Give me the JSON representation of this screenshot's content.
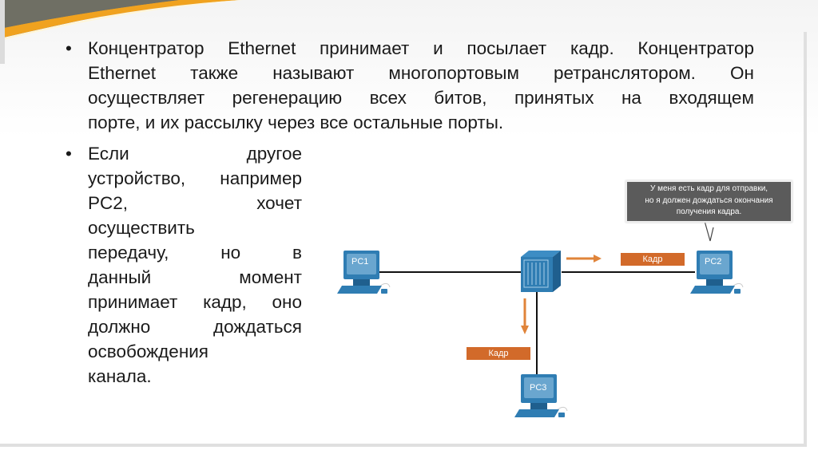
{
  "slide": {
    "paragraph1": {
      "lines": [
        [
          "Концентратор",
          "Ethernet",
          "принимает",
          "и",
          "посылает",
          "кадр.",
          "Концентратор"
        ],
        [
          "Ethernet",
          "также",
          "называют",
          "многопортовым",
          "ретранслятором.",
          "Он"
        ],
        [
          "осуществляет",
          "регенерацию",
          "всех",
          "битов,",
          "принятых",
          "на",
          "входящем"
        ],
        [
          "порте, и их рассылку через все остальные порты."
        ]
      ]
    },
    "paragraph2": {
      "lines": [
        [
          "Если",
          "другое"
        ],
        [
          "устройство,",
          "например"
        ],
        [
          "PC2,",
          "хочет"
        ],
        [
          "осуществить"
        ],
        [
          "передачу,",
          "но",
          "в"
        ],
        [
          "данный",
          "момент"
        ],
        [
          "принимает",
          "кадр,",
          "оно"
        ],
        [
          "должно",
          "дождаться"
        ],
        [
          "освобождения"
        ],
        [
          "канала."
        ]
      ]
    },
    "bullet": "•"
  },
  "diagram": {
    "tooltip": {
      "line1": "У меня есть кадр для отправки,",
      "line2": "но я должен дождаться окончания",
      "line3": "получения кадра."
    },
    "devices": {
      "pc1": "PC1",
      "pc2": "PC2",
      "pc3": "PC3",
      "hub": "hub"
    },
    "frame_label_right": "Кадр",
    "frame_label_down": "Кадр",
    "colors": {
      "device": "#2f7db3",
      "device_dark": "#1f5f8e",
      "screen": "#6aa6cf",
      "frame": "#d26a2a",
      "arrow": "#e0843a",
      "tooltip_bg": "#5b5b5b",
      "accent": "#f0a21f"
    }
  }
}
